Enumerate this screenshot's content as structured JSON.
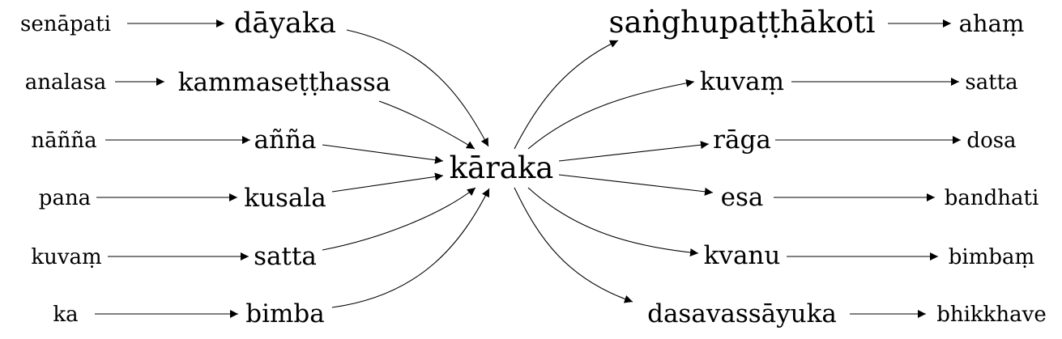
{
  "diagram": {
    "center": "kāraka",
    "left_chains": [
      {
        "source": "senāpati",
        "word": "dāyaka"
      },
      {
        "source": "analasa",
        "word": "kammaseṭṭhassa"
      },
      {
        "source": "nāñña",
        "word": "añña"
      },
      {
        "source": "pana",
        "word": "kusala"
      },
      {
        "source": "kuvaṃ",
        "word": "satta"
      },
      {
        "source": "ka",
        "word": "bimba"
      }
    ],
    "right_chains": [
      {
        "word": "saṅghupaṭṭhākoti",
        "target": "ahaṃ"
      },
      {
        "word": "kuvaṃ",
        "target": "satta"
      },
      {
        "word": "rāga",
        "target": "dosa"
      },
      {
        "word": "esa",
        "target": "bandhati"
      },
      {
        "word": "kvanu",
        "target": "bimbaṃ"
      },
      {
        "word": "dasavassāyuka",
        "target": "bhikkhave"
      }
    ]
  }
}
